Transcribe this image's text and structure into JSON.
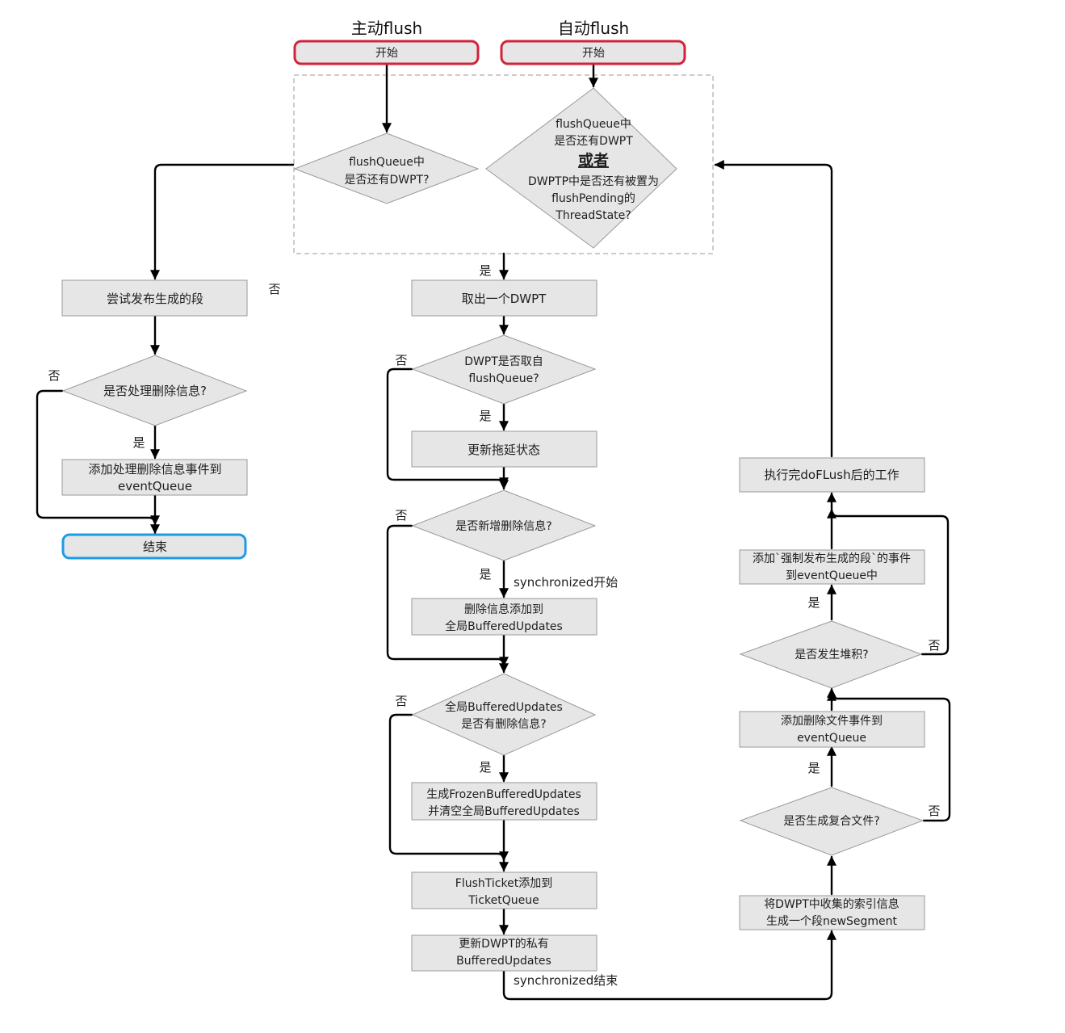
{
  "titles": {
    "manual": "主动flush",
    "auto": "自动flush"
  },
  "nodes": {
    "start_manual": "开始",
    "start_auto": "开始",
    "d_manual": [
      "flushQueue中",
      "是否还有DWPT?"
    ],
    "d_auto_1": [
      "flushQueue中",
      "是否还有DWPT"
    ],
    "d_auto_or": "或者",
    "d_auto_2": [
      "DWPTP中是否还有被置为",
      "flushPending的",
      "ThreadState?"
    ],
    "try_publish": "尝试发布生成的段",
    "d_process_delete": "是否处理删除信息?",
    "add_process_delete_event": [
      "添加处理删除信息事件到",
      "eventQueue"
    ],
    "end": "结束",
    "take_dwpt": "取出一个DWPT",
    "d_from_queue": [
      "DWPT是否取自",
      "flushQueue?"
    ],
    "update_stall": "更新拖延状态",
    "d_new_delete": "是否新增删除信息?",
    "add_delete_global": [
      "删除信息添加到",
      "全局BufferedUpdates"
    ],
    "d_global_has_delete": [
      "全局BufferedUpdates",
      "是否有删除信息?"
    ],
    "gen_frozen": [
      "生成FrozenBufferedUpdates",
      "并清空全局BufferedUpdates"
    ],
    "flush_ticket": [
      "FlushTicket添加到",
      "TicketQueue"
    ],
    "update_private": [
      "更新DWPT的私有",
      "BufferedUpdates"
    ],
    "gen_segment": [
      "将DWPT中收集的索引信息",
      "生成一个段newSegment"
    ],
    "d_compound": "是否生成复合文件?",
    "add_delete_file_event": [
      "添加删除文件事件到",
      "eventQueue"
    ],
    "d_backlog": "是否发生堆积?",
    "add_force_publish_event": [
      "添加`强制发布生成的段`的事件",
      "到eventQueue中"
    ],
    "after_doflush": "执行完doFLush后的工作"
  },
  "edge_labels": {
    "yes": "是",
    "no": "否",
    "sync_start": "synchronized开始",
    "sync_end": "synchronized结束"
  }
}
